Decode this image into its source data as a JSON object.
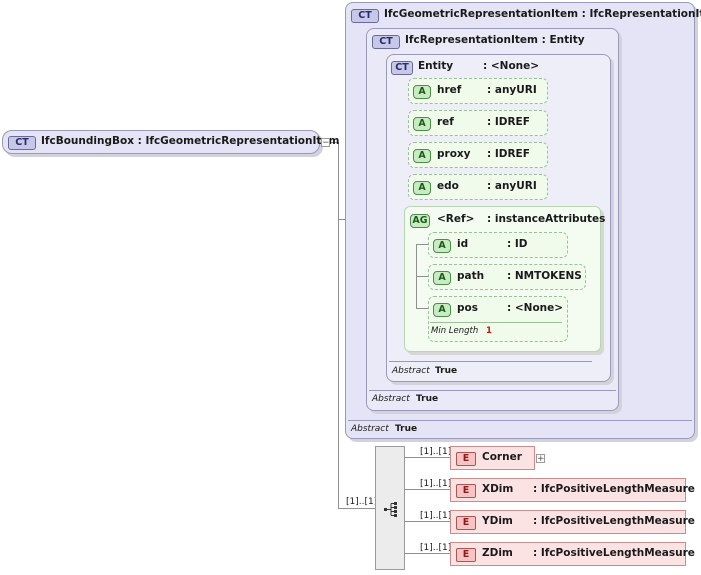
{
  "root": {
    "badge": "CT",
    "label": "IfcBoundingBox : IfcGeometricRepresentationItem",
    "expand": "−"
  },
  "geom_item": {
    "badge": "CT",
    "label": "IfcGeometricRepresentationItem : IfcRepresentationItem",
    "abstract_label": "Abstract",
    "abstract_value": "True"
  },
  "rep_item": {
    "badge": "CT",
    "label": "IfcRepresentationItem : Entity",
    "abstract_label": "Abstract",
    "abstract_value": "True"
  },
  "entity": {
    "badge": "CT",
    "name": "Entity",
    "type": ": <None>",
    "abstract_label": "Abstract",
    "abstract_value": "True"
  },
  "attributes": [
    {
      "badge": "A",
      "name": "href",
      "type": ": anyURI"
    },
    {
      "badge": "A",
      "name": "ref",
      "type": ": IDREF"
    },
    {
      "badge": "A",
      "name": "proxy",
      "type": ": IDREF"
    },
    {
      "badge": "A",
      "name": "edo",
      "type": ": anyURI"
    }
  ],
  "attribute_group": {
    "badge": "AG",
    "name": "<Ref>",
    "type": ": instanceAttributes",
    "attributes": [
      {
        "badge": "A",
        "name": "id",
        "type": ": ID"
      },
      {
        "badge": "A",
        "name": "path",
        "type": ": NMTOKENS"
      },
      {
        "badge": "A",
        "name": "pos",
        "type": ": <None>",
        "facet_label": "Min Length",
        "facet_value": "1"
      }
    ]
  },
  "sequence": {
    "cardinality": "[1]..[1]",
    "elements": [
      {
        "badge": "E",
        "name": "Corner",
        "type": "",
        "cardinality": "[1]..[1]",
        "expand": "+"
      },
      {
        "badge": "E",
        "name": "XDim",
        "type": ": IfcPositiveLengthMeasure",
        "cardinality": "[1]..[1]"
      },
      {
        "badge": "E",
        "name": "YDim",
        "type": ": IfcPositiveLengthMeasure",
        "cardinality": "[1]..[1]"
      },
      {
        "badge": "E",
        "name": "ZDim",
        "type": ": IfcPositiveLengthMeasure",
        "cardinality": "[1]..[1]"
      }
    ]
  }
}
